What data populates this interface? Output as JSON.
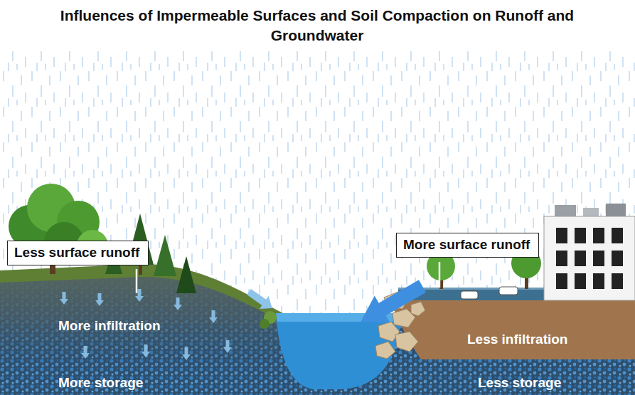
{
  "diagram": {
    "title": "Influences of Impermeable Surfaces and Soil Compaction on Runoff and Groundwater",
    "nodes": [
      {
        "text": [
          "Less surface runoff"
        ]
      },
      {
        "text": [
          "More surface runoff"
        ]
      }
    ],
    "labels": [
      "More infiltration",
      "More storage",
      "Less infiltration",
      "Less storage"
    ]
  }
}
